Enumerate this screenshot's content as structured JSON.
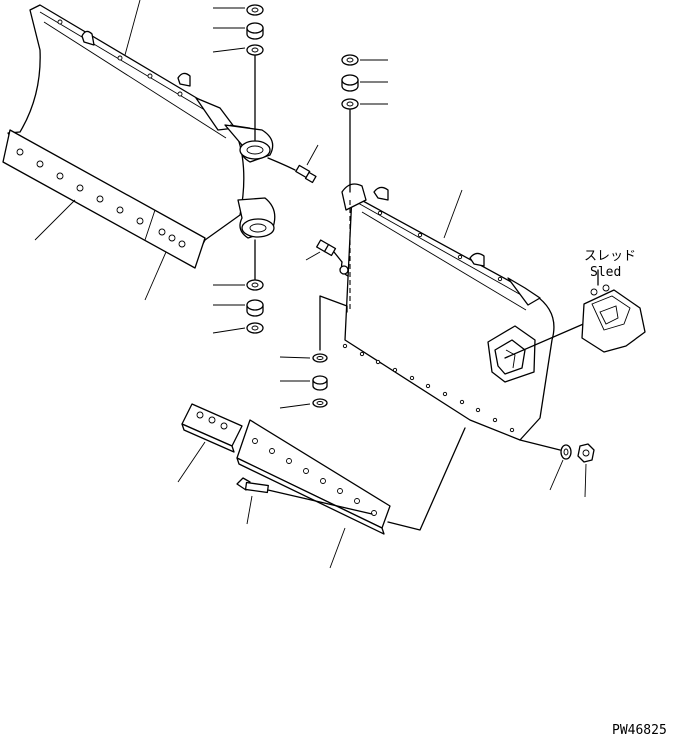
{
  "callout": {
    "jp": "スレッド",
    "en": "Sled"
  },
  "drawing_code": "PW46825"
}
